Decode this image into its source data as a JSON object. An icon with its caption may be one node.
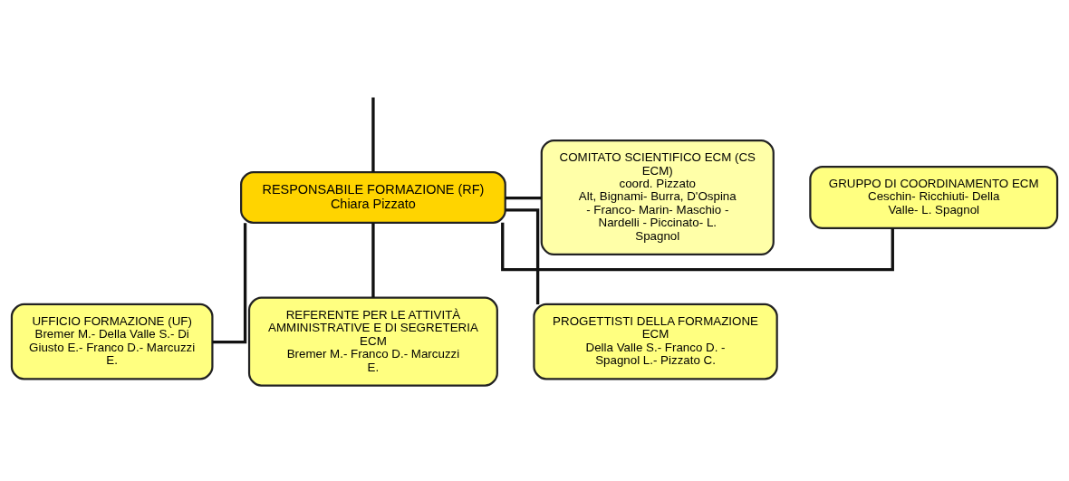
{
  "diagram": {
    "nodes": [
      {
        "text": [
          "RESPONSABILE FORMAZIONE (RF)",
          "Chiara Pizzato"
        ]
      },
      {
        "text": [
          "GRUPPO DI COORDINAMENTO ECM",
          "Ceschin- Ricchiuti- Della Valle- L. Spagnol"
        ]
      },
      {
        "text": [
          "COMITATO SCIENTIFICO ECM (CS ECM)",
          "coord. Pizzato",
          "Alt, Bignami- Burra, D'Ospina - Franco- Marin- Maschio - Nardelli - Piccinato- L. Spagnol"
        ]
      },
      {
        "text": [
          "UFFICIO FORMAZIONE (UF)",
          "Bremer M.- Della Valle S.- Di Giusto E.- Franco D.- Marcuzzi E."
        ]
      },
      {
        "text": [
          "REFERENTE PER LE ATTIVITÀ AMMINISTRATIVE E DI SEGRETERIA ECM",
          "Bremer M.- Franco D.- Marcuzzi E."
        ]
      },
      {
        "text": [
          "PROGETTISTI DELLA FORMAZIONE ECM",
          "Della Valle S.- Franco D. - Spagnol L.- Pizzato C."
        ]
      }
    ],
    "edges": [
      {
        "from": null,
        "to": 0,
        "arrow": "none"
      },
      {
        "from": 0,
        "to": 1,
        "arrow": "none"
      },
      {
        "from": 0,
        "to": 2,
        "arrow": "none"
      },
      {
        "from": 0,
        "to": 3,
        "arrow": "none"
      },
      {
        "from": 0,
        "to": 4,
        "arrow": "none"
      },
      {
        "from": 0,
        "to": 5,
        "arrow": "none"
      }
    ]
  }
}
